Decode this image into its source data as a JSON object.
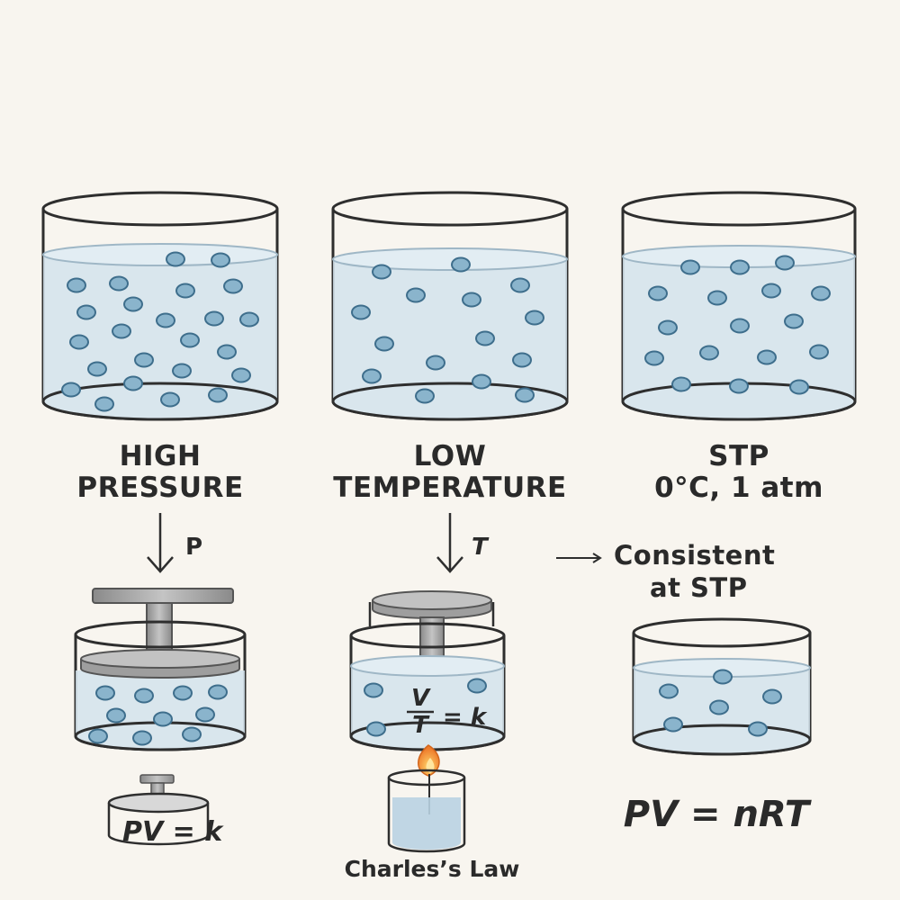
{
  "panels": [
    {
      "label_line1": "HIGH",
      "label_line2": "PRESSURE",
      "arrow_symbol": "P"
    },
    {
      "label_line1": "LOW",
      "label_line2": "TEMPERATURE",
      "arrow_symbol": "T"
    },
    {
      "label_line1": "STP",
      "label_line2": "0°C, 1 atm"
    }
  ],
  "note": {
    "line1": "Consistent",
    "line2": "at STP"
  },
  "boyle": {
    "equation": "PV = k"
  },
  "charles": {
    "numerator": "V",
    "denominator": "T",
    "equals": "= k",
    "caption": "Charles’s Law"
  },
  "ideal_gas": {
    "equation": "PV = nRT"
  },
  "colors": {
    "background": "#f8f5ef",
    "liquid": "#cfdfe8",
    "molecule_fill": "#8ab4cc",
    "molecule_stroke": "#3e6e8c",
    "outline": "#2e2e2e",
    "piston_metal": "#a9a9a9",
    "flame": "#f29a3d"
  }
}
